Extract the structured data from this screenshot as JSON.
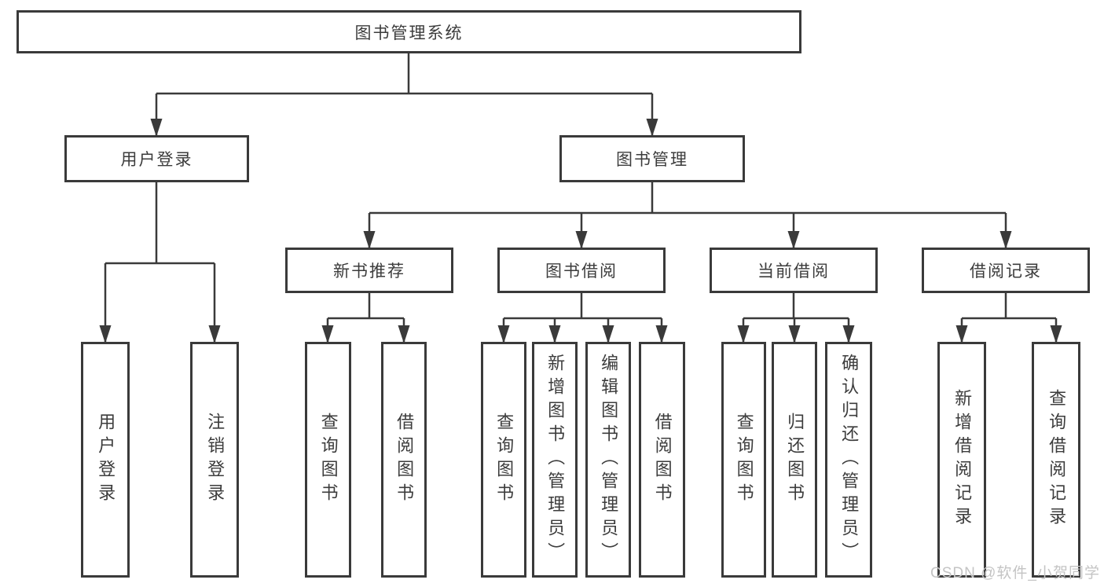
{
  "tree": {
    "label": "图书管理系统",
    "children": [
      {
        "label": "用户登录",
        "children": [
          {
            "label": "用户登录"
          },
          {
            "label": "注销登录"
          }
        ]
      },
      {
        "label": "图书管理",
        "children": [
          {
            "label": "新书推荐",
            "children": [
              {
                "label": "查询图书"
              },
              {
                "label": "借阅图书"
              }
            ]
          },
          {
            "label": "图书借阅",
            "children": [
              {
                "label": "查询图书"
              },
              {
                "label": "新增图书（管理员）"
              },
              {
                "label": "编辑图书（管理员）"
              },
              {
                "label": "借阅图书"
              }
            ]
          },
          {
            "label": "当前借阅",
            "children": [
              {
                "label": "查询图书"
              },
              {
                "label": "归还图书"
              },
              {
                "label": "确认归还（管理员）"
              }
            ]
          },
          {
            "label": "借阅记录",
            "children": [
              {
                "label": "新增借阅记录"
              },
              {
                "label": "查询借阅记录"
              }
            ]
          }
        ]
      }
    ]
  },
  "style": {
    "line_color": "#3a3a3a",
    "watermark_color": "#c4c4c4"
  },
  "watermark": {
    "text": "CSDN @软件_小贺同学"
  }
}
